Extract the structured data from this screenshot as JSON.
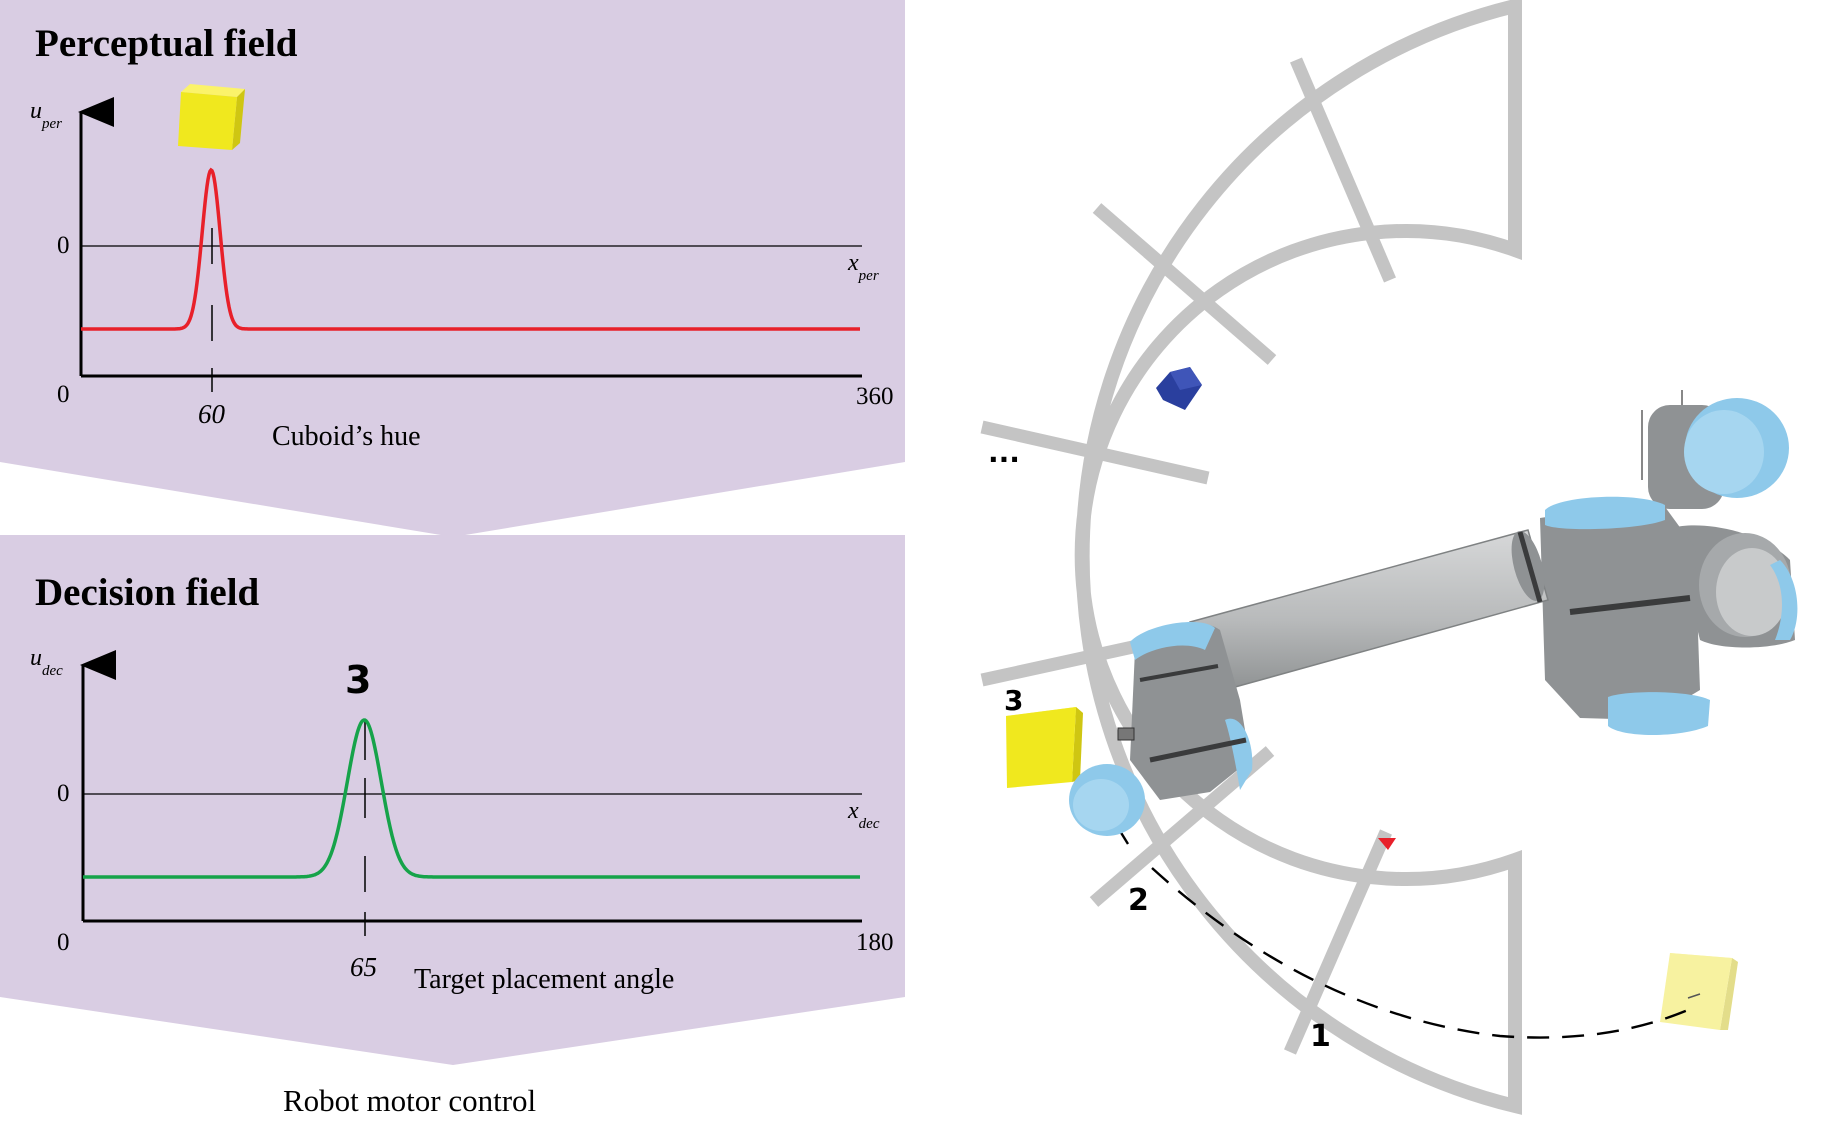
{
  "perceptual": {
    "title": "Perceptual field",
    "y_axis": "u",
    "y_sub": "per",
    "x_axis": "x",
    "x_sub": "per",
    "zero_label": "0",
    "origin_label": "0",
    "max_label": "360",
    "peak_label": "60",
    "axis_title": "Cuboid’s hue",
    "peak_at": 60,
    "range": [
      0,
      360
    ],
    "curve_color": "#e8202a",
    "cube_color": "#f0e81e"
  },
  "decision": {
    "title": "Decision field",
    "y_axis": "u",
    "y_sub": "dec",
    "x_axis": "x",
    "x_sub": "dec",
    "zero_label": "0",
    "origin_label": "0",
    "max_label": "180",
    "peak_label": "65",
    "peak_marker": "3",
    "axis_title": "Target placement angle",
    "peak_at": 65,
    "range": [
      0,
      180
    ],
    "curve_color": "#16a34a"
  },
  "output_label": "Robot motor control",
  "panel_color": "#d9cde3",
  "robot_scene": {
    "labels": [
      "1",
      "2",
      "3"
    ],
    "ellipsis": "...",
    "robot_colors": {
      "joint": "#8f9294",
      "cap": "#8ec9ea",
      "link": "#b4b6b8"
    },
    "cube_colors": {
      "blue": "#2a3f9e",
      "yellow": "#f0e81e",
      "pale_yellow": "#f7f2a0",
      "marker": "#e8202a"
    }
  }
}
